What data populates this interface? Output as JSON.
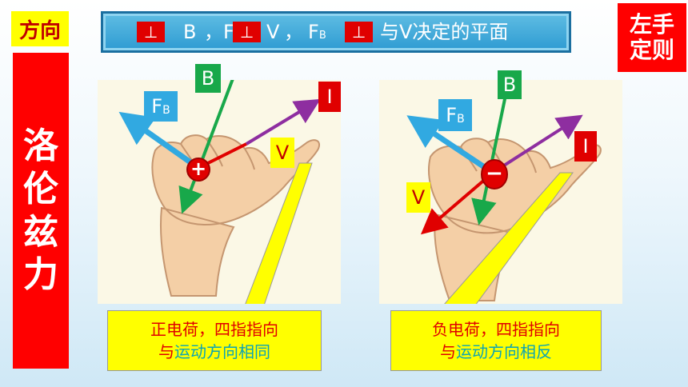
{
  "tags": {
    "direction": "方向",
    "left_hand_rule": [
      "左手",
      "定则"
    ]
  },
  "side_title": [
    "洛",
    "伦",
    "兹",
    "力"
  ],
  "banner": {
    "perp_symbol": "⊥",
    "b": "B",
    "comma": "，",
    "f_main": "F",
    "v": "V",
    "fb_main": "F",
    "fb_sub": "B",
    "plane_text": "与V决定的平面"
  },
  "left_panel": {
    "labels": {
      "B": "B",
      "F": "F",
      "F_sub": "B",
      "V": "V",
      "I": "I"
    },
    "charge": "+",
    "caption": {
      "line1": "正电荷，四指指向",
      "line2_a": "与",
      "line2_b": "运动方向相同"
    }
  },
  "right_panel": {
    "labels": {
      "B": "B",
      "F": "F",
      "F_sub": "B",
      "V": "V",
      "I": "I"
    },
    "charge": "−",
    "caption": {
      "line1": "负电荷，四指指向",
      "line2_a": "与",
      "line2_b": "运动方向相反"
    }
  },
  "colors": {
    "red": "#ff0000",
    "yellow": "#ffff00",
    "green": "#18a84a",
    "blue": "#31a9e1",
    "purple": "#8e2ea0",
    "banner": "#2e9bd2"
  }
}
